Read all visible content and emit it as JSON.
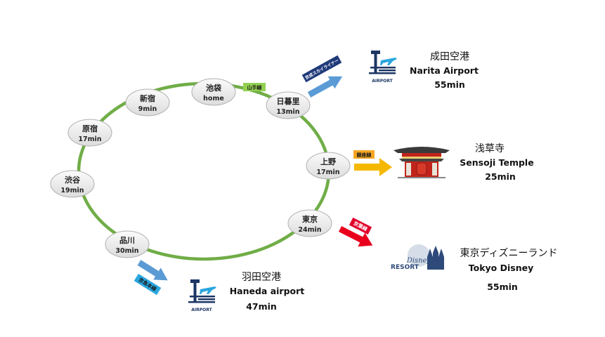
{
  "loop_color": "#70ad47",
  "loop_label": "山手線",
  "stations": [
    {
      "id": "ikebukuro",
      "name": "池袋",
      "time": "home"
    },
    {
      "id": "nippori",
      "name": "日暮里",
      "time": "13min"
    },
    {
      "id": "ueno",
      "name": "上野",
      "time": "17min"
    },
    {
      "id": "tokyo",
      "name": "東京",
      "time": "24min"
    },
    {
      "id": "shinagawa",
      "name": "品川",
      "time": "30min"
    },
    {
      "id": "shibuya",
      "name": "渋谷",
      "time": "19min"
    },
    {
      "id": "harajuku",
      "name": "原宿",
      "time": "17min"
    },
    {
      "id": "shinjuku",
      "name": "新宿",
      "time": "9min"
    }
  ],
  "destinations": [
    {
      "id": "narita",
      "name_jp": "成田空港",
      "name_en": "Narita Airport",
      "time": "55min",
      "line_label": "京成スカイライナー",
      "line_color": "#1f3a7a",
      "arrow_color": "#5b9bd5",
      "icon": "airport-icon",
      "icon_label": "AIRPORT"
    },
    {
      "id": "sensoji",
      "name_jp": "浅草寺",
      "name_en": "Sensoji Temple",
      "time": "25min",
      "line_label": "銀座線",
      "line_color": "#f5a623",
      "arrow_color": "#f5b800",
      "icon": "temple-gate-icon"
    },
    {
      "id": "disney",
      "name_jp": "東京ディズニーランド",
      "name_en": "Tokyo Disney",
      "time": "55min",
      "line_label": "京葉線",
      "line_color": "#e0002a",
      "arrow_color": "#e8001c",
      "icon": "disney-resort-logo",
      "icon_label": "RESORT"
    },
    {
      "id": "haneda",
      "name_jp": "羽田空港",
      "name_en": "Haneda airport",
      "time": "47min",
      "line_label": "京急本線",
      "line_color": "#2aa6de",
      "arrow_color": "#5b9bd5",
      "icon": "airport-icon",
      "icon_label": "AIRPORT"
    }
  ]
}
